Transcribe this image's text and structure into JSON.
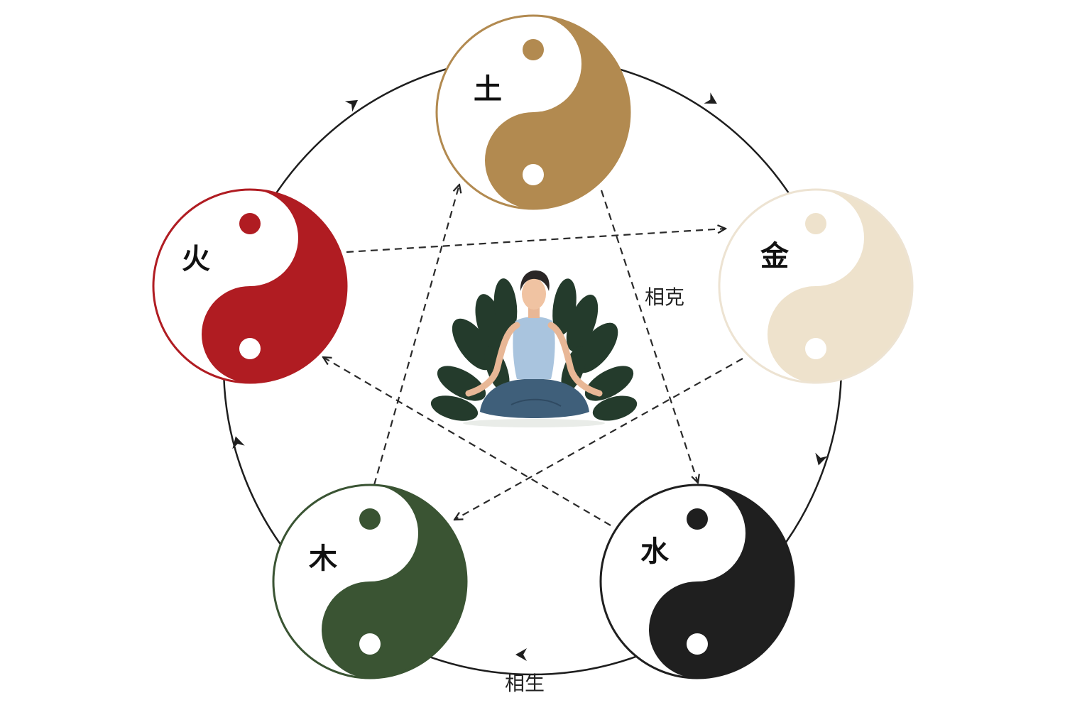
{
  "elements": {
    "earth": {
      "label": "土",
      "color": "#b28a50"
    },
    "metal": {
      "label": "金",
      "color": "#eee2cc"
    },
    "water": {
      "label": "水",
      "color": "#1f1f1f"
    },
    "wood": {
      "label": "木",
      "color": "#3a5433"
    },
    "fire": {
      "label": "火",
      "color": "#b01c22"
    }
  },
  "relations": {
    "generating_label": "相生",
    "overcoming_label": "相克"
  },
  "center": {
    "icon": "meditating-woman-icon"
  }
}
